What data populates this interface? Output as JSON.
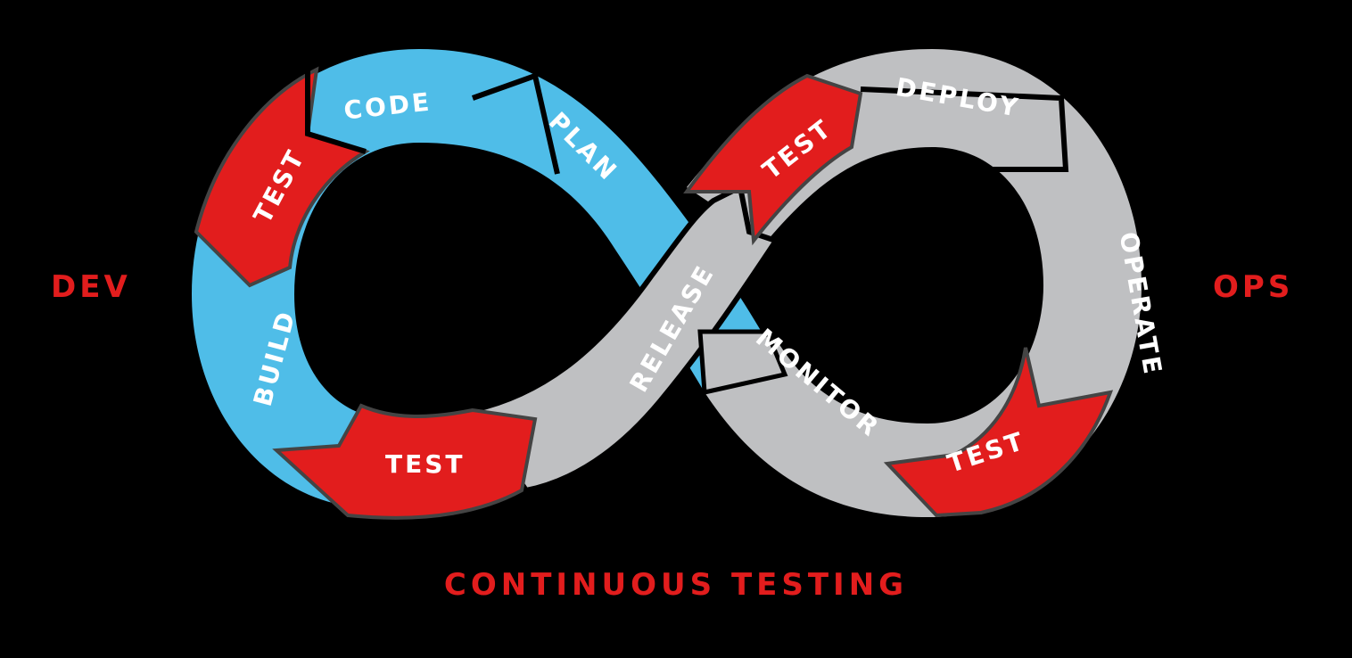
{
  "side_labels": {
    "left": "DEV",
    "right": "OPS"
  },
  "footer": "CONTINUOUS TESTING",
  "colors": {
    "dev": "#4fbde8",
    "ops": "#bfc0c2",
    "test": "#e21d1d",
    "background": "#000000"
  },
  "segments": [
    {
      "id": "code",
      "label": "CODE",
      "group": "dev"
    },
    {
      "id": "plan",
      "label": "PLAN",
      "group": "dev"
    },
    {
      "id": "test-dev-top",
      "label": "TEST",
      "group": "test"
    },
    {
      "id": "build",
      "label": "BUILD",
      "group": "dev"
    },
    {
      "id": "test-dev-bottom",
      "label": "TEST",
      "group": "test"
    },
    {
      "id": "release",
      "label": "RELEASE",
      "group": "ops"
    },
    {
      "id": "test-ops-top",
      "label": "TEST",
      "group": "test"
    },
    {
      "id": "deploy",
      "label": "DEPLOY",
      "group": "ops"
    },
    {
      "id": "operate",
      "label": "OPERATE",
      "group": "ops"
    },
    {
      "id": "test-ops-bottom",
      "label": "TEST",
      "group": "test"
    },
    {
      "id": "monitor",
      "label": "MONITOR",
      "group": "ops"
    }
  ]
}
